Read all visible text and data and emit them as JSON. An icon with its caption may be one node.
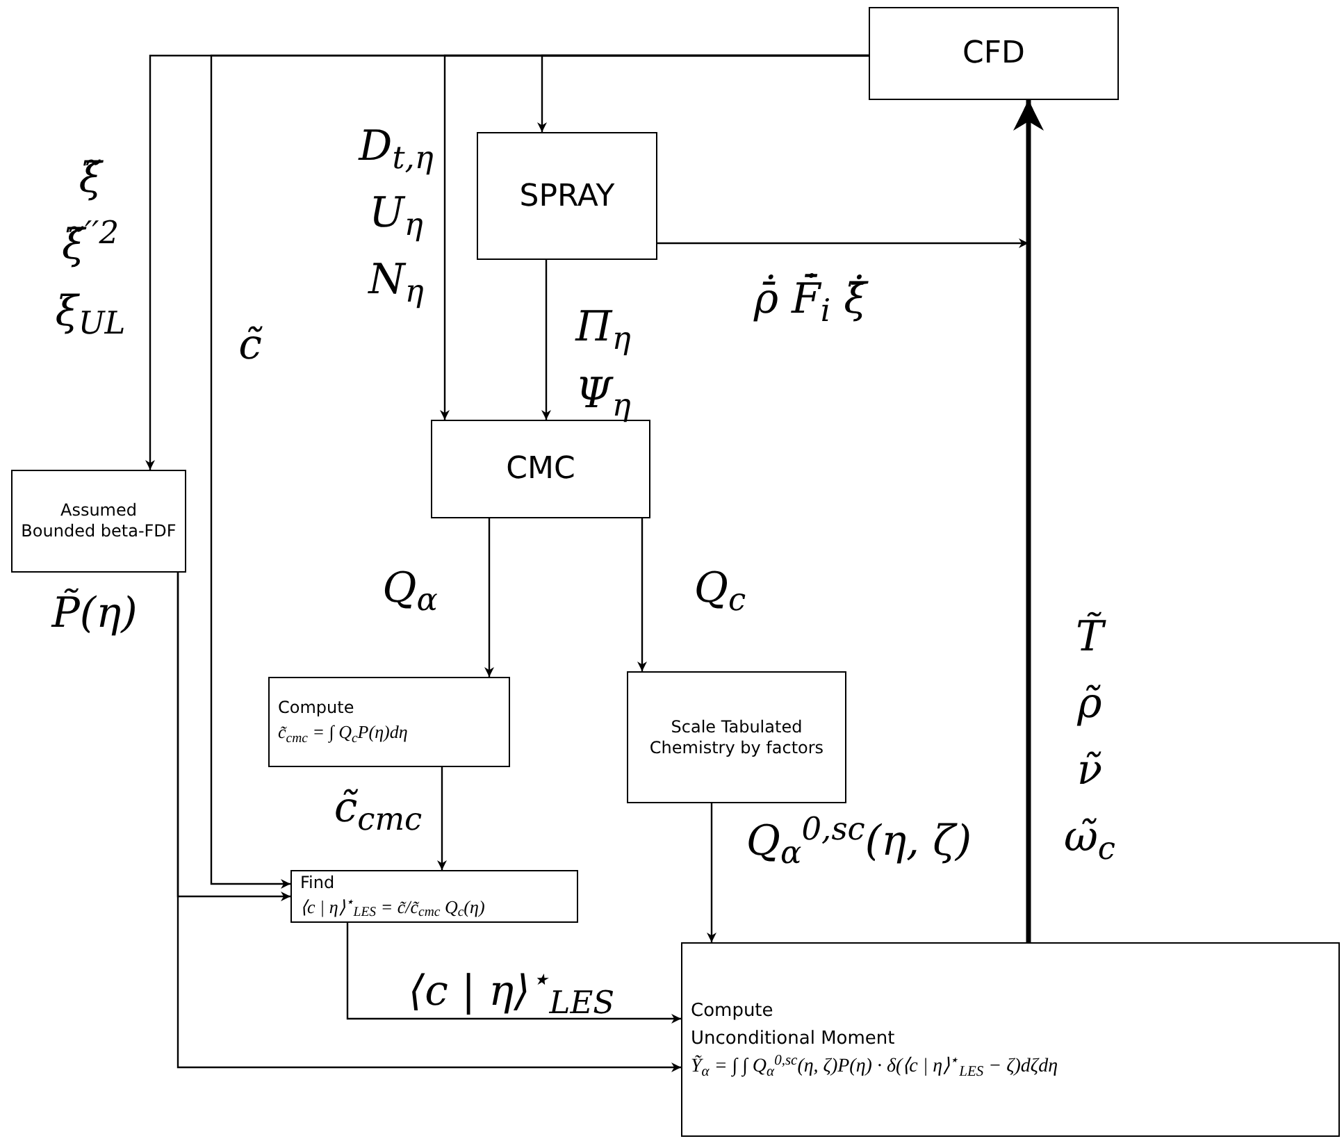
{
  "diagram": {
    "nodes": [
      {
        "text": [
          "CFD"
        ]
      },
      {
        "text": [
          "SPRAY"
        ]
      },
      {
        "text": [
          "CMC"
        ]
      },
      {
        "text": [
          "Assumed Bounded beta-FDF"
        ]
      },
      {
        "text": [
          "Compute",
          "c̃$_{cmc}$ = ∫ Q$_{c}$P(η)dη"
        ]
      },
      {
        "text": [
          "Scale Tabulated Chemistry by factors"
        ]
      },
      {
        "text": [
          "Find",
          "⟨c | η⟩$^{⋆}$$_{LES}$ = c̃/c̃$_{cmc}$ Q$_{c}$(η)"
        ]
      },
      {
        "text": [
          "Compute",
          "Unconditional Moment",
          "Ỹ$_{α}$ = ∫ ∫ Q$_{α}$$^{0,sc}$(η, ζ)P(η) · δ(⟨c | η⟩$^{⋆}$$_{LES}$ − ζ)dζdη"
        ]
      }
    ],
    "edges": [
      {
        "from": 0,
        "to": 3,
        "arrow": "to",
        "label": "ξ̃ ξ̃$^{′′2}$ ξ$_{UL}$"
      },
      {
        "from": 0,
        "to": 6,
        "arrow": "to",
        "label": "c̃"
      },
      {
        "from": 0,
        "to": 1,
        "arrow": "to"
      },
      {
        "from": 0,
        "to": 2,
        "arrow": "to",
        "label": "D$_{t,η}$ U$_{η}$ N$_{η}$"
      },
      {
        "from": 1,
        "to": 2,
        "arrow": "to",
        "label": "Π$_{η}$ Ψ$_{η}$"
      },
      {
        "from": 1,
        "to": 0,
        "arrow": "to",
        "label": "ρ̄̇ F̄̇$_{i}$ ξ̄̇"
      },
      {
        "from": 7,
        "to": 0,
        "arrow": "to",
        "style": "thick",
        "label": "T̃ ρ̃ ν̃ ω̃$_{c}$"
      },
      {
        "from": 2,
        "to": 4,
        "arrow": "to",
        "label": "Q$_{α}$"
      },
      {
        "from": 2,
        "to": 5,
        "arrow": "to",
        "label": "Q$_{c}$"
      },
      {
        "from": 4,
        "to": 6,
        "arrow": "to",
        "label": "c̃$_{cmc}$"
      },
      {
        "from": 5,
        "to": 7,
        "arrow": "to",
        "label": "Q$_{α}$$^{0,sc}$(η, ζ)"
      },
      {
        "from": 6,
        "to": 7,
        "arrow": "to",
        "label": "⟨c | η⟩$^{⋆}$$_{LES}$"
      },
      {
        "from": 3,
        "to": 6,
        "arrow": "to",
        "label": "P̃(η)"
      },
      {
        "from": 3,
        "to": 7,
        "arrow": "to"
      }
    ]
  }
}
